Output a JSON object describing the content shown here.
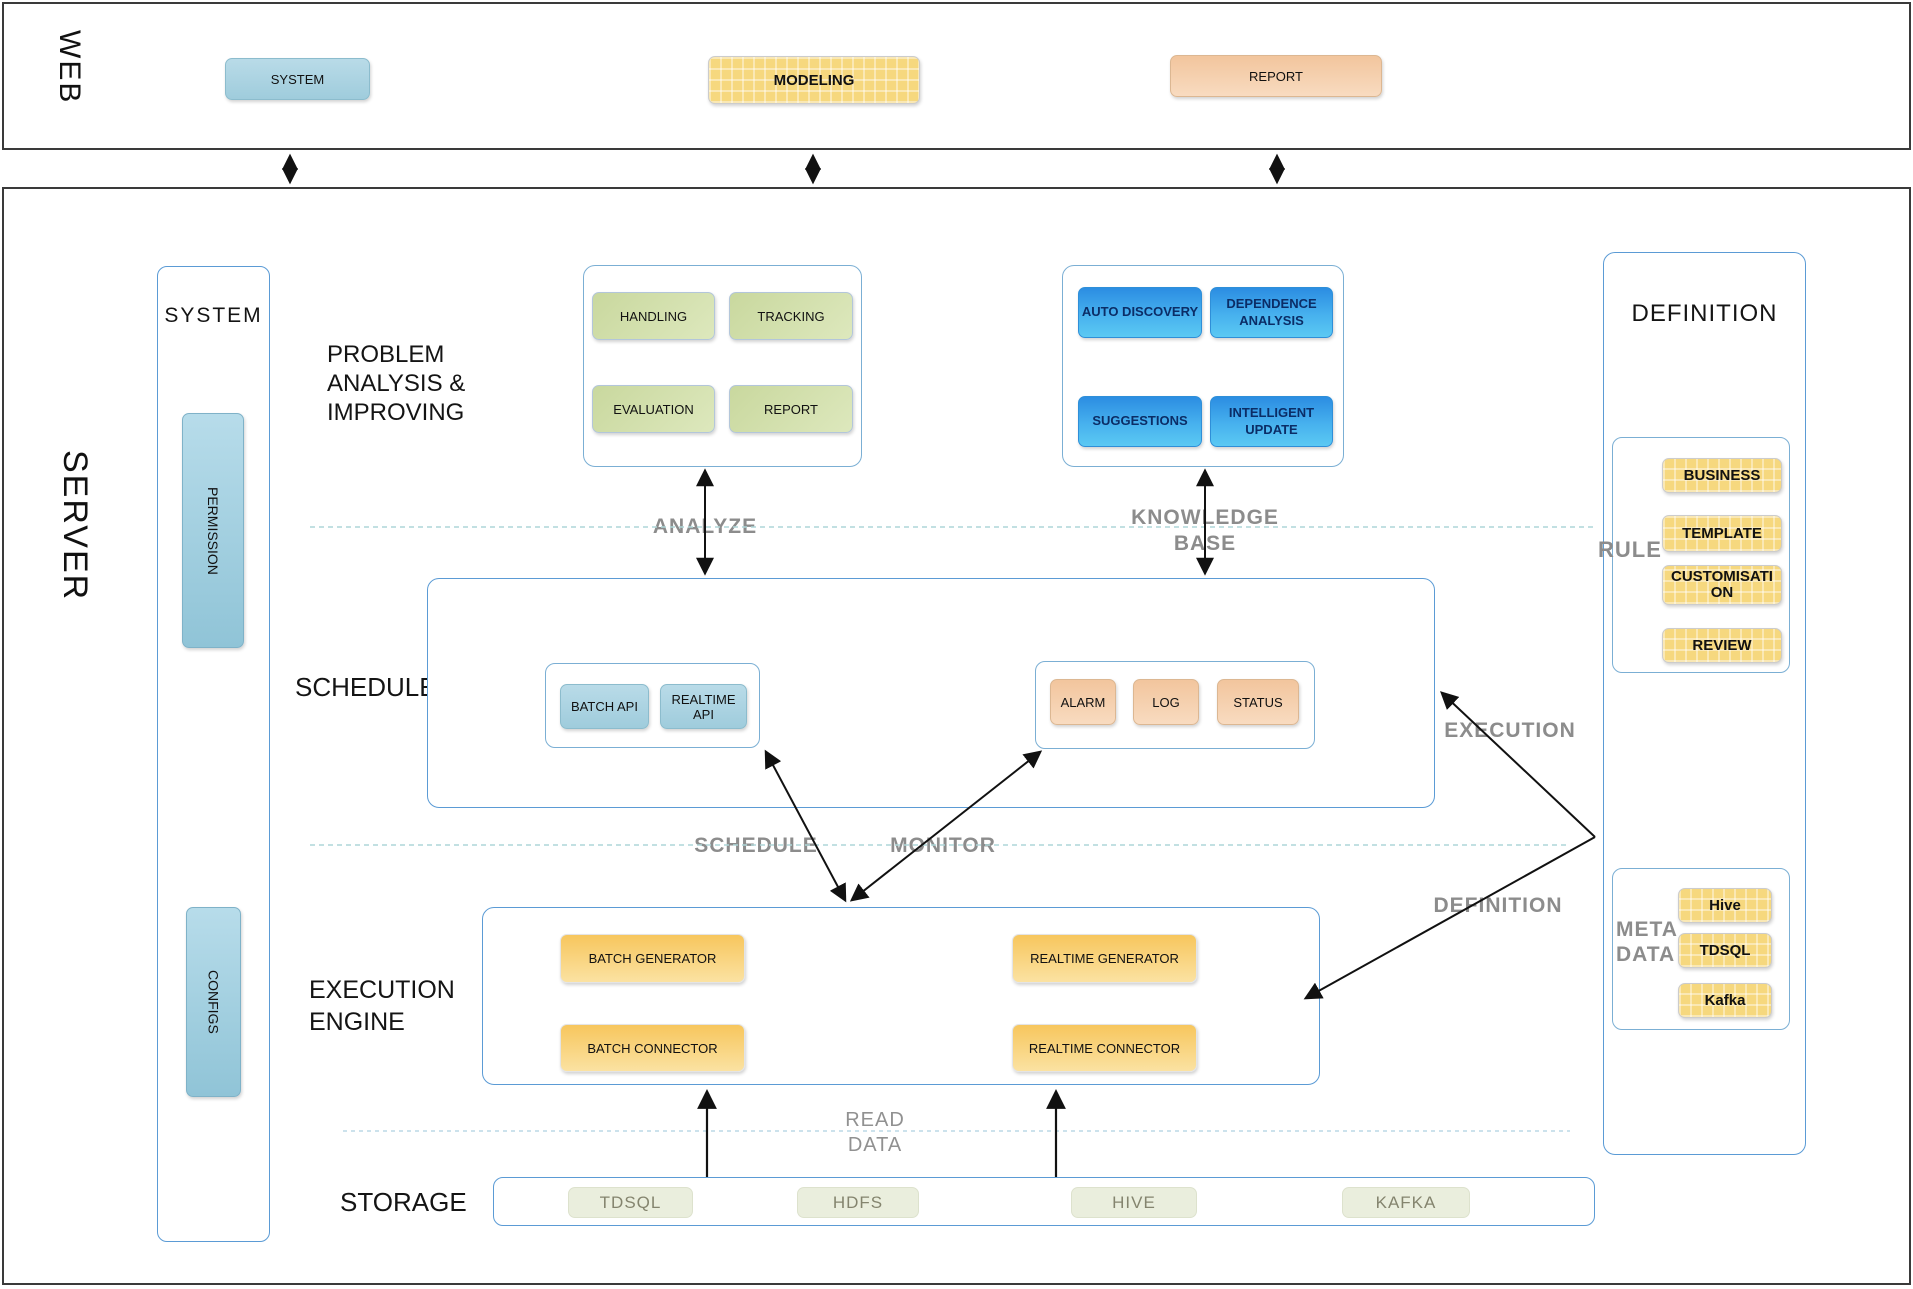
{
  "web": {
    "section_label": "WEB",
    "system_button": "SYSTEM",
    "modeling_button": "MODELING",
    "report_button": "REPORT"
  },
  "server": {
    "section_label": "SERVER",
    "system_panel": {
      "title": "SYSTEM",
      "permission": "PERMISSION",
      "configs": "CONFIGS"
    },
    "problem": {
      "label_line1": "PROBLEM",
      "label_line2": "ANALYSIS &",
      "label_line3": "IMPROVING",
      "boxes": [
        "HANDLING",
        "TRACKING",
        "EVALUATION",
        "REPORT"
      ]
    },
    "knowledge": {
      "boxes": [
        "AUTO DISCOVERY",
        "DEPENDENCE ANALYSIS",
        "SUGGESTIONS",
        "INTELLIGENT UPDATE"
      ]
    },
    "scheduler": {
      "label": "SCHEDULER",
      "api_boxes": [
        "BATCH API",
        "REALTIME API"
      ],
      "monitor_boxes": [
        "ALARM",
        "LOG",
        "STATUS"
      ]
    },
    "execution_engine": {
      "label_line1": "EXECUTION",
      "label_line2": "ENGINE",
      "boxes": [
        "BATCH GENERATOR",
        "REALTIME GENERATOR",
        "BATCH CONNECTOR",
        "REALTIME CONNECTOR"
      ]
    },
    "storage": {
      "label": "STORAGE",
      "chips": [
        "TDSQL",
        "HDFS",
        "HIVE",
        "KAFKA"
      ]
    },
    "definition_panel": {
      "title": "DEFINITION",
      "rule": {
        "label": "RULE",
        "chips": [
          "BUSINESS",
          "TEMPLATE",
          "CUSTOMISATION",
          "REVIEW"
        ]
      },
      "metadata": {
        "label_line1": "META",
        "label_line2": "DATA",
        "chips": [
          "Hive",
          "TDSQL",
          "Kafka"
        ]
      }
    },
    "flow_labels": {
      "analyze": "ANALYZE",
      "knowledge_line1": "KNOWLEDGE",
      "knowledge_line2": "BASE",
      "schedule": "SCHEDULE",
      "monitor": "MONITOR",
      "execution": "EXECUTION",
      "definition": "DEFINITION",
      "read_line1": "READ",
      "read_line2": "DATA"
    }
  },
  "colors": {
    "panel_border": "#5b9bd5",
    "vivid_blue_top": "#2b8de2",
    "plaid_yellow": "#f6d87e",
    "peach": "#f2c59d",
    "green_box": "#c9d89e",
    "amber_top": "#f7c65d",
    "gray_label": "#8c8c8c",
    "dashed_line": "#aed6d8"
  }
}
